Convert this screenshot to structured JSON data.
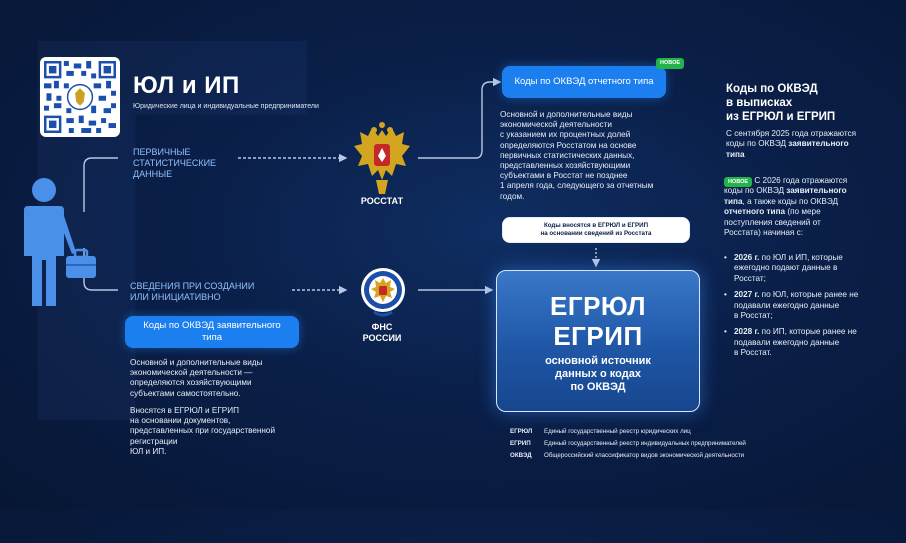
{
  "header": {
    "title": "ЮЛ и ИП",
    "subtitle": "Юридические лица и индивидуальные предприниматели"
  },
  "left": {
    "primary_label": [
      "ПЕРВИЧНЫЕ",
      "СТАТИСТИЧЕСКИЕ",
      "ДАННЫЕ"
    ],
    "creation_label": [
      "СВЕДЕНИЯ ПРИ СОЗДАНИИ",
      "ИЛИ ИНИЦИАТИВНО"
    ],
    "declared_button": "Коды по ОКВЭД заявительного типа",
    "declared_text": [
      "Основной и дополнительные виды",
      "экономической деятельности —",
      "определяются хозяйствующими",
      "субъектами самостоятельно."
    ],
    "entered_text": [
      "Вносятся в ЕГРЮЛ и ЕГРИП",
      "на основании документов,",
      "представленных при государственной",
      "регистрации",
      "ЮЛ и ИП."
    ]
  },
  "emblems": {
    "rosstat": "РОССТАТ",
    "fns": [
      "ФНС",
      "РОССИИ"
    ]
  },
  "top_center": {
    "report_button": "Коды по ОКВЭД отчетного типа",
    "badge": "НОВОЕ",
    "report_text": [
      "Основной и дополнительные виды",
      "экономической деятельности",
      "с указанием их процентных долей",
      "определяются Росстатом на основе",
      "первичных статистических данных,",
      "представленных хозяйствующими",
      "субъектами в Росстат не позднее",
      "1 апреля года, следующего за отчетным",
      "годом."
    ],
    "entered_box": [
      "Коды вносятся в ЕГРЮЛ и ЕГРИП",
      "на основании сведений из Росстата"
    ]
  },
  "center": {
    "title": [
      "ЕГРЮЛ",
      "ЕГРИП"
    ],
    "subtitle": [
      "основной источник",
      "данных о кодах",
      "по ОКВЭД"
    ]
  },
  "legend": [
    {
      "key": "ЕГРЮЛ",
      "value": "Единый государственный реестр юридических лиц"
    },
    {
      "key": "ЕГРИП",
      "value": "Единый государственный реестр индивидуальных предпринимателей"
    },
    {
      "key": "ОКВЭД",
      "value": "Общероссийский классификатор видов экономической деятельности"
    }
  ],
  "right": {
    "title": [
      "Коды по ОКВЭД",
      "в выписках",
      "из ЕГРЮЛ и ЕГРИП"
    ],
    "p1_lines": [
      "С сентября 2025 года отражаются",
      "коды по ОКВЭД "
    ],
    "p1_bold": "заявительного",
    "p1_bold2": "типа",
    "badge": "НОВОЕ",
    "p2_line1": " С 2026 года отражаются",
    "p2_line2a": "коды по ОКВЭД ",
    "p2_line2b": "заявительного",
    "p2_line3a": "типа",
    "p2_line3b": ", а также коды по ОКВЭД",
    "p2_line4a": "отчетного типа",
    "p2_line4b": " (по мере",
    "p2_line5": "поступления сведений от",
    "p2_line6": "Росстата) начиная с:",
    "bullets": [
      {
        "year": "2026 г.",
        "lines": [
          " по ЮЛ и ИП, которые",
          "ежегодно подают данные в",
          "Росстат;"
        ]
      },
      {
        "year": "2027 г.",
        "lines": [
          " по ЮЛ, которые ранее не",
          "подавали ежегодно данные",
          "в Росстат;"
        ]
      },
      {
        "year": "2028 г.",
        "lines": [
          " по ИП, которые ранее не",
          "подавали ежегодно данные",
          "в Росстат."
        ]
      }
    ]
  },
  "colors": {
    "background": "#0a1f48",
    "accent_blue": "#1c7ff0",
    "label_blue": "#8fc0ff",
    "badge_green": "#22b34a"
  }
}
